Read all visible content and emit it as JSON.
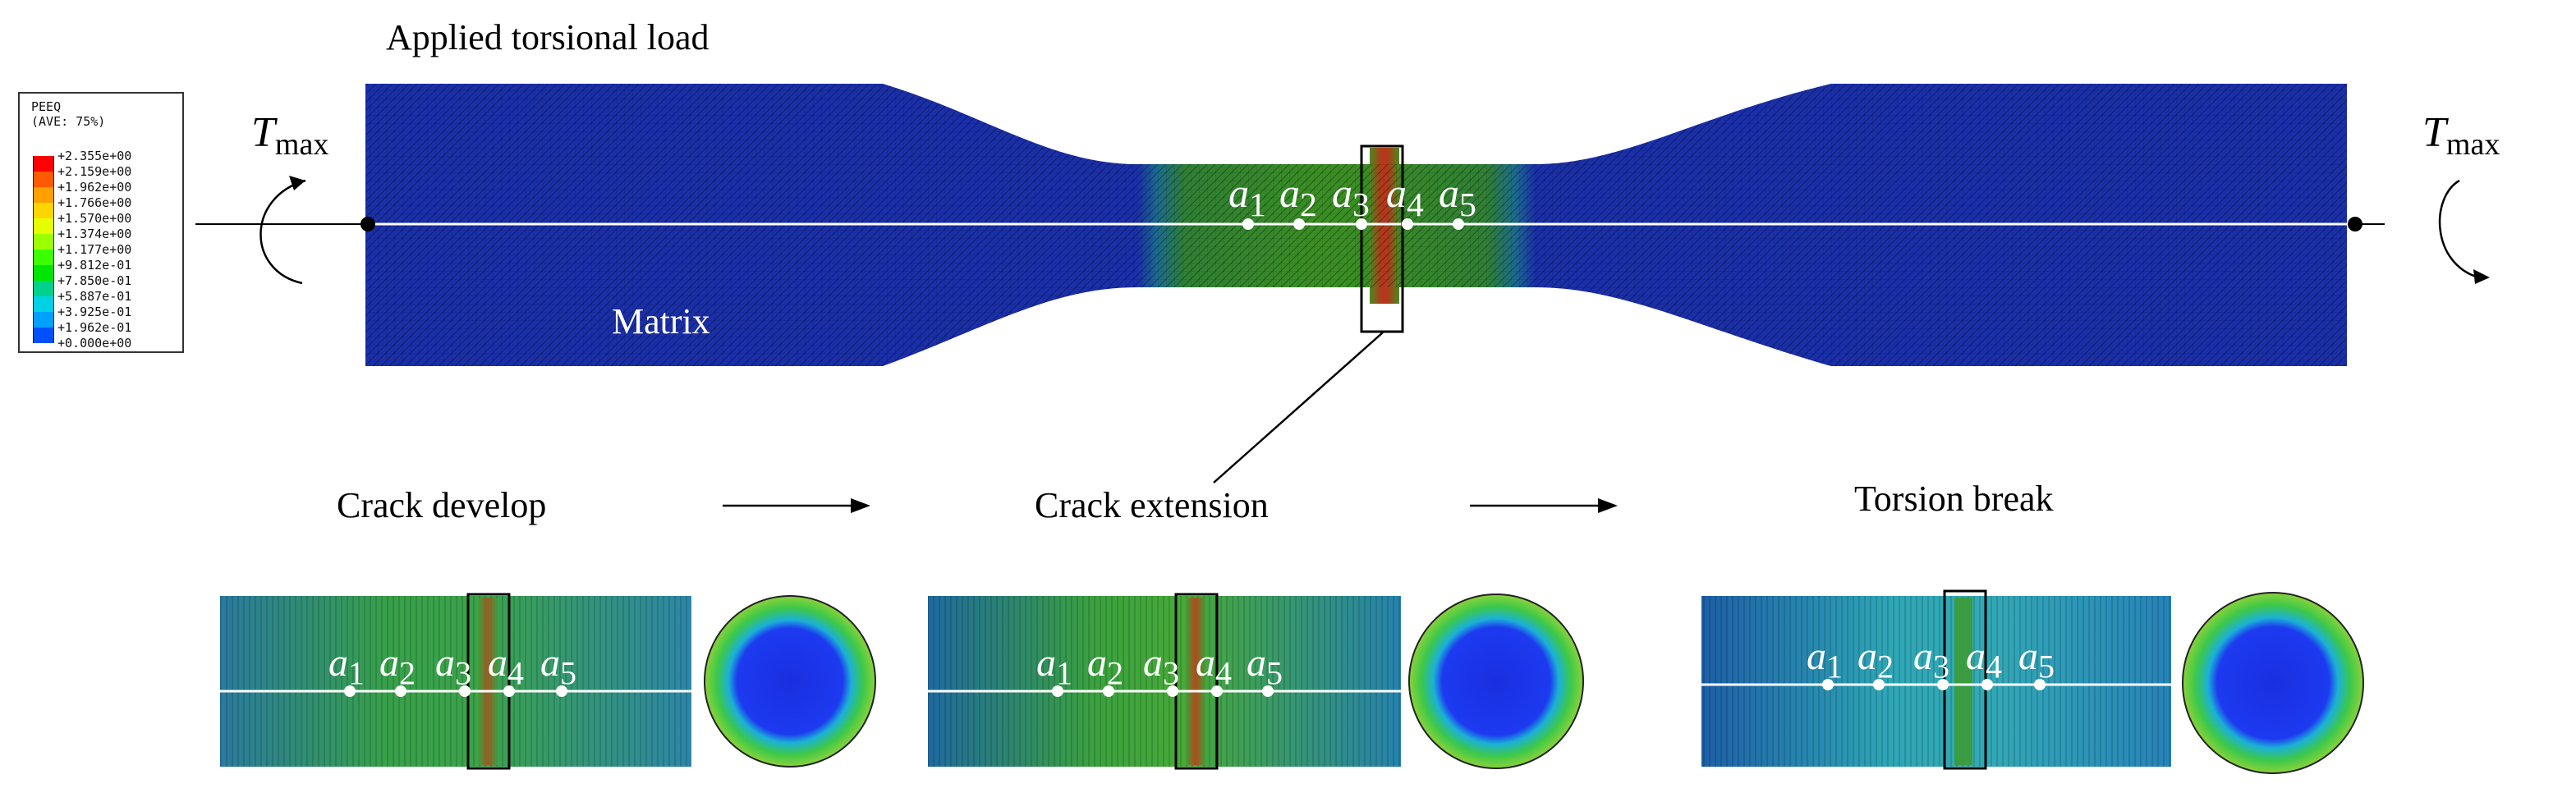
{
  "title": "Applied torsional load",
  "legend": {
    "title": "PEEQ",
    "subtitle": "(AVE: 75%)",
    "ticks": [
      "+2.355e+00",
      "+2.159e+00",
      "+1.962e+00",
      "+1.766e+00",
      "+1.570e+00",
      "+1.374e+00",
      "+1.177e+00",
      "+9.812e-01",
      "+7.850e-01",
      "+5.887e-01",
      "+3.925e-01",
      "+1.962e-01",
      "+0.000e+00"
    ],
    "colors": [
      "#ff0000",
      "#ff5a00",
      "#ffa000",
      "#ffd500",
      "#e6ff00",
      "#9cff00",
      "#3cff00",
      "#00e600",
      "#00d28c",
      "#00d2e6",
      "#00a0ff",
      "#0050ff",
      "#0000ff"
    ]
  },
  "load": {
    "symbol": "T",
    "subscript": "max"
  },
  "matrix_label": "Matrix",
  "stages": [
    "Crack develop",
    "Crack extension",
    "Torsion break"
  ],
  "points": {
    "letter": "a",
    "indices": [
      "1",
      "2",
      "3",
      "4",
      "5"
    ]
  },
  "colors": {
    "matrix_blue": "#1a2fa8",
    "neck_green": "#2e8b22",
    "crack_red": "#b3331c",
    "line": "#ffffff",
    "frame": "#000000"
  }
}
